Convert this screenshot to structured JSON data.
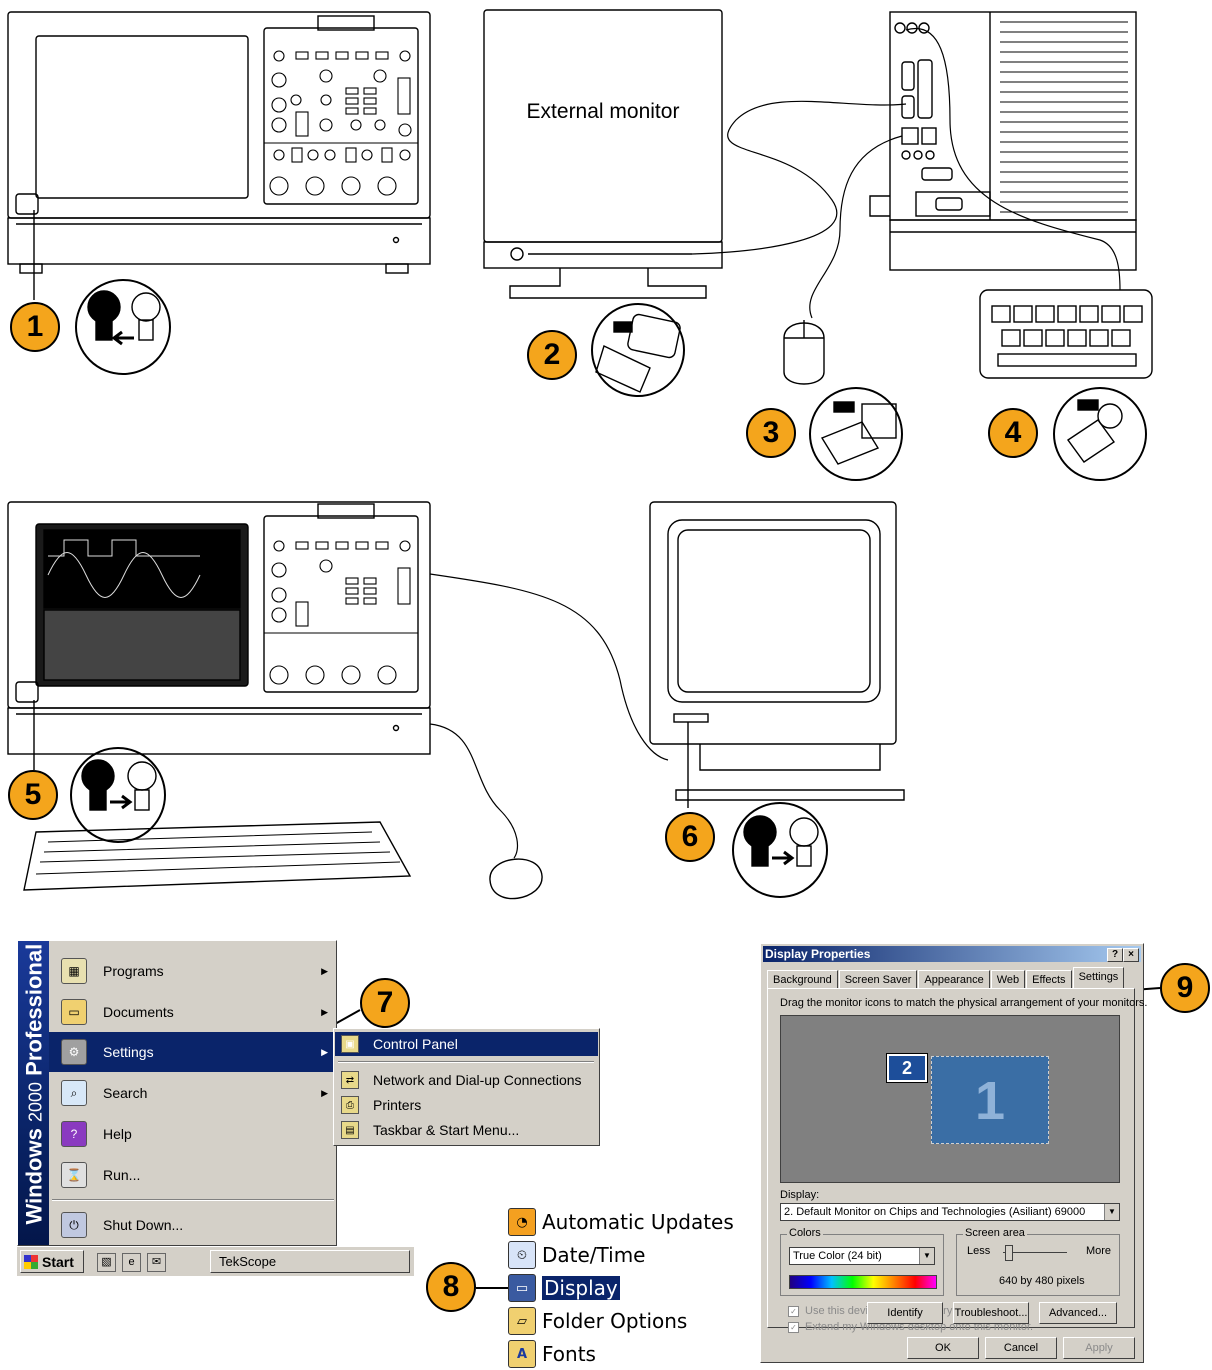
{
  "steps": [
    "1",
    "2",
    "3",
    "4",
    "5",
    "6",
    "7",
    "8",
    "9"
  ],
  "labels": {
    "external_monitor": "External monitor"
  },
  "start_menu": {
    "brand_bold": "Windows",
    "brand_thin": "2000",
    "brand_tail": "Professional",
    "items": [
      {
        "label": "Programs",
        "has_arrow": true
      },
      {
        "label": "Documents",
        "has_arrow": true
      },
      {
        "label": "Settings",
        "has_arrow": true
      },
      {
        "label": "Search",
        "has_arrow": true
      },
      {
        "label": "Help",
        "has_arrow": false
      },
      {
        "label": "Run...",
        "has_arrow": false
      },
      {
        "label": "Shut Down...",
        "has_arrow": false
      }
    ],
    "settings_submenu": [
      "Control Panel",
      "Network and Dial-up Connections",
      "Printers",
      "Taskbar & Start Menu..."
    ]
  },
  "taskbar": {
    "start_label": "Start",
    "task_label": "TekScope"
  },
  "control_panel": [
    "Automatic Updates",
    "Date/Time",
    "Display",
    "Folder Options",
    "Fonts"
  ],
  "display_properties": {
    "title": "Display Properties",
    "title_buttons": [
      "?",
      "×"
    ],
    "tabs": [
      "Background",
      "Screen Saver",
      "Appearance",
      "Web",
      "Effects",
      "Settings"
    ],
    "instruction": "Drag the monitor icons to match the physical arrangement of your monitors.",
    "monitor_labels": [
      "2",
      "1"
    ],
    "display_label": "Display:",
    "display_value": "2. Default Monitor on Chips and Technologies (Asiliant) 69000",
    "colors_label": "Colors",
    "colors_value": "True Color (24 bit)",
    "screen_area_label": "Screen area",
    "less": "Less",
    "more": "More",
    "resolution": "640 by 480 pixels",
    "check_primary": "Use this device as the primary monitor.",
    "check_extend": "Extend my Windows desktop onto this monitor.",
    "buttons": [
      "Identify",
      "Troubleshoot...",
      "Advanced..."
    ],
    "footer_buttons": [
      "OK",
      "Cancel",
      "Apply"
    ]
  },
  "colors": {
    "badge": "#f4a51c",
    "highlight": "#0a246a"
  }
}
